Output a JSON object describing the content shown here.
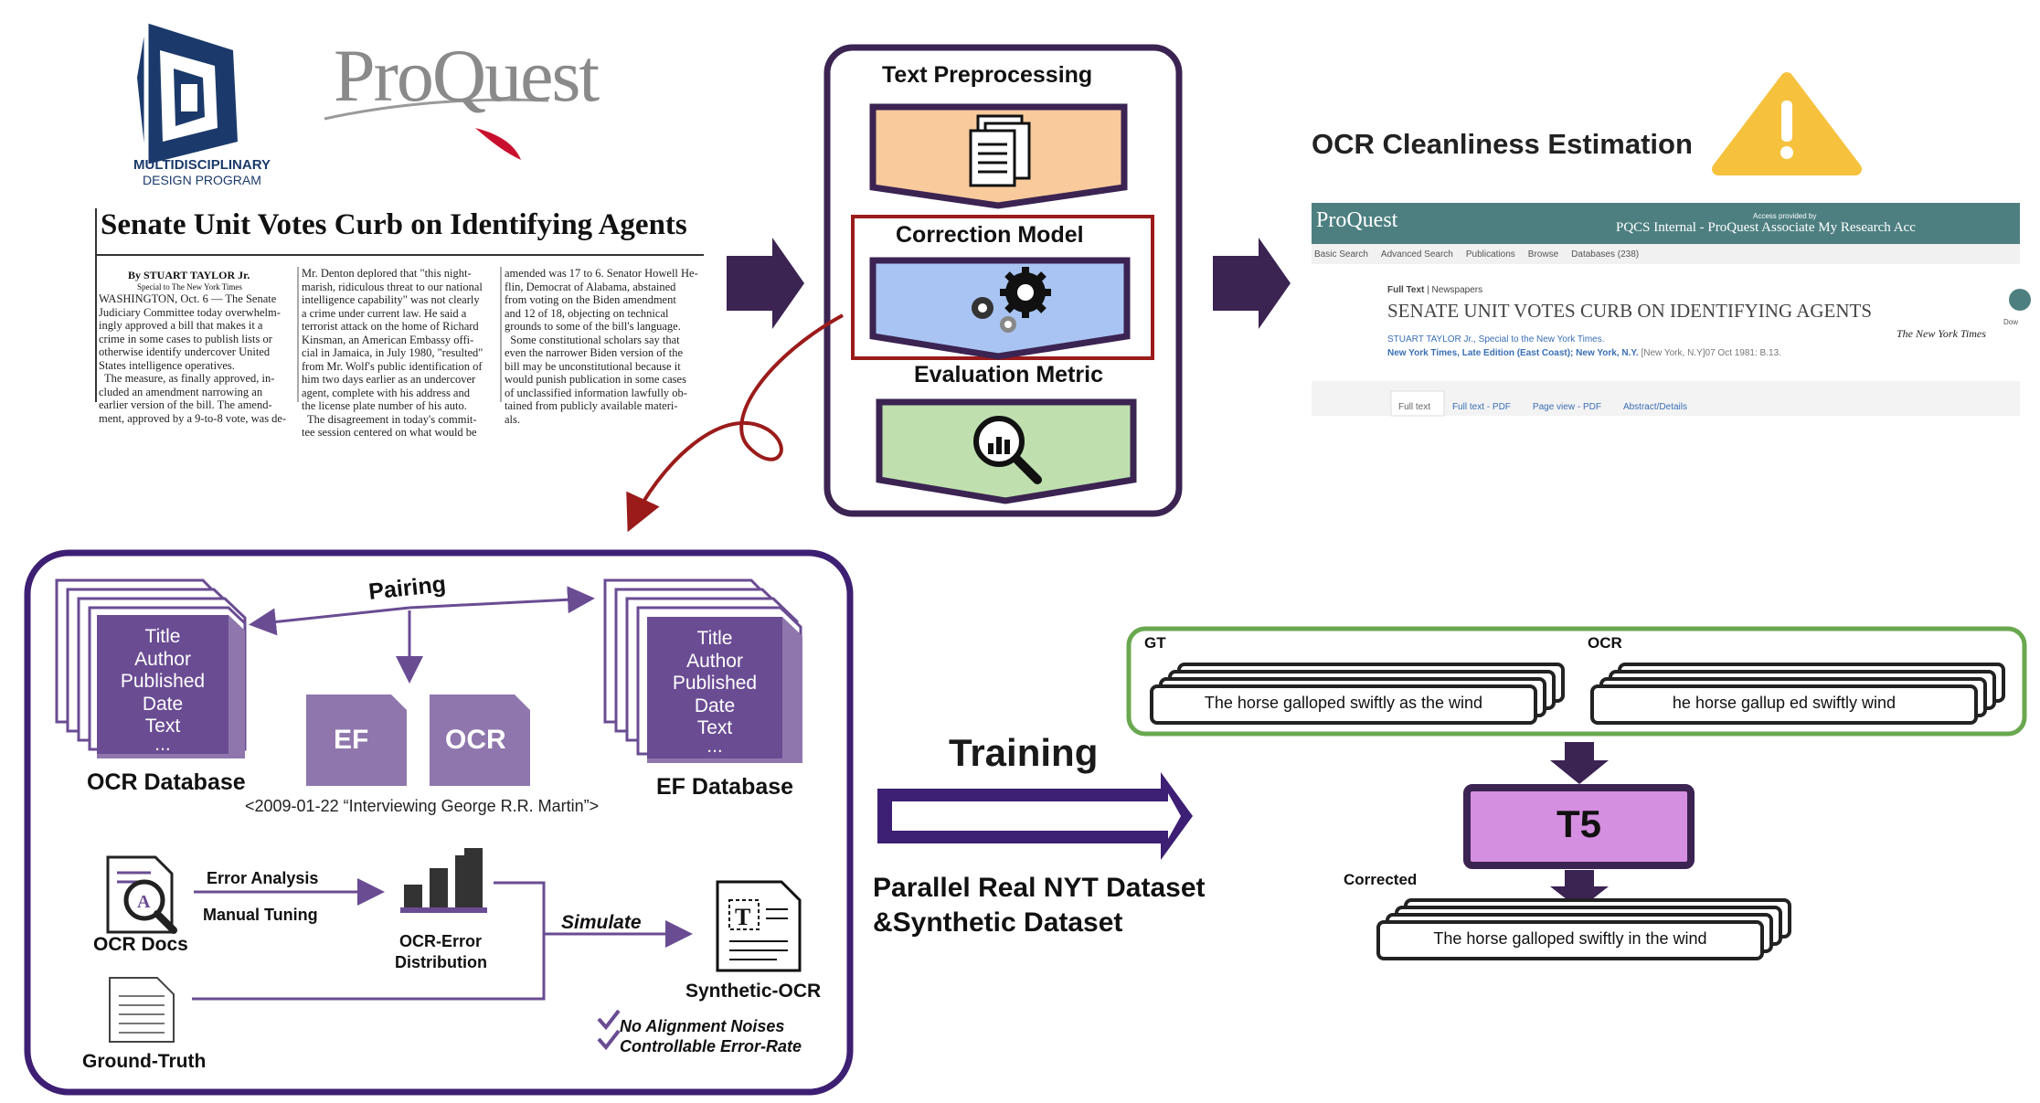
{
  "logos": {
    "mdp": {
      "line1": "MULTIDISCIPLINARY",
      "line2": "DESIGN PROGRAM"
    },
    "proquest": "ProQuest"
  },
  "newspaper": {
    "headline": "Senate Unit Votes Curb on Identifying Agents",
    "byline": "By STUART TAYLOR Jr.",
    "byline_sub": "Special to The New York Times",
    "col1": "WASHINGTON, Oct. 6 — The Senate\nJudiciary Committee today overwhelm-\ningly approved a bill that makes it a\ncrime in some cases to publish lists or\notherwise identify undercover United\nStates intelligence operatives.\n  The measure, as finally approved, in-\ncluded an amendment narrowing an\nearlier version of the bill. The amend-\nment, approved by a 9-to-8 vote, was de-",
    "col2": "Mr. Denton deplored that \"this night-\nmarish, ridiculous threat to our national\nintelligence capability\" was not clearly\na crime under current law. He said a\nterrorist attack on the home of Richard\nKinsman, an American Embassy offi-\ncial in Jamaica, in July 1980, \"resulted\"\nfrom Mr. Wolf's public identification of\nhim two days earlier as an undercover\nagent, complete with his address and\nthe license plate number of his auto.\n  The disagreement in today's commit-\ntee session centered on what would be",
    "col3": "amended was 17 to 6. Senator Howell He-\nflin, Democrat of Alabama, abstained\nfrom voting on the Biden amendment\nand 12 of 18, objecting on technical\ngrounds to some of the bill's language.\n  Some constitutional scholars say that\neven the narrower Biden version of the\nbill may be unconstitutional because it\nwould punish publication in some cases\nof unclassified information lawfully ob-\ntained from publicly available materi-\nals."
  },
  "pipeline": {
    "preprocess": "Text Preprocessing",
    "correction": "Correction Model",
    "evaluation": "Evaluation Metric"
  },
  "cleanliness_title": "OCR Cleanliness Estimation",
  "proquest_page": {
    "logo": "ProQuest",
    "access": "Access provided by",
    "account": "PQCS Internal - ProQuest Associate My Research Acc",
    "nav": [
      "Basic Search",
      "Advanced Search",
      "Publications",
      "Browse",
      "Databases (238)"
    ],
    "crumb1": "Full Text",
    "crumb2": "Newspapers",
    "headline": "SENATE UNIT VOTES CURB ON IDENTIFYING AGENTS",
    "author": "STUART TAYLOR Jr., Special to the New York Times.",
    "source": "New York Times, Late Edition (East Coast); New York, N.Y.",
    "date": "[New York, N.Y]07 Oct 1981: B.13.",
    "masthead": "The New York Times",
    "tabs": [
      "Full text",
      "Full text - PDF",
      "Page view - PDF",
      "Abstract/Details"
    ],
    "side": "Dow"
  },
  "database_panel": {
    "pairing": "Pairing",
    "stack_fields": [
      "Title",
      "Author",
      "Published",
      "Date",
      "Text",
      "..."
    ],
    "ocr_db": "OCR Database",
    "ef_db": "EF Database",
    "ef_doc": "EF",
    "ocr_doc": "OCR",
    "example": "<2009-01-22 “Interviewing George R.R. Martin”>",
    "error_analysis": "Error Analysis",
    "manual_tuning": "Manual Tuning",
    "ocr_docs": "OCR Docs",
    "distribution_line1": "OCR-Error",
    "distribution_line2": "Distribution",
    "simulate": "Simulate",
    "synthetic": "Synthetic-OCR",
    "ground_truth": "Ground-Truth",
    "check1": "No Alignment Noises",
    "check2": "Controllable Error-Rate"
  },
  "training": {
    "label": "Training",
    "line1": "Parallel Real NYT Dataset",
    "line2": "&Synthetic Dataset"
  },
  "model_panel": {
    "gt_label": "GT",
    "ocr_label": "OCR",
    "gt_text": "The horse galloped swiftly as the wind",
    "ocr_text": "he horse gallup ed swiftly wind",
    "model": "T5",
    "corrected_label": "Corrected",
    "corrected_text": "The horse galloped swiftly in the wind"
  },
  "colors": {
    "dark_purple": "#3b2352",
    "panel_purple": "#3d1f73",
    "stack_purple": "#6a4c93",
    "doc_purple": "#8f77ad",
    "t5_pink": "#d58fe0",
    "dark_red": "#9b1b1b",
    "green_border": "#6aa84f",
    "preprocess_fill": "#f8ca9c",
    "correction_fill": "#a9c4f2",
    "evaluation_fill": "#bfe0ae",
    "warning_yellow": "#f6c23e",
    "proquest_teal": "#4d7f80",
    "proquest_red": "#c8102e"
  }
}
